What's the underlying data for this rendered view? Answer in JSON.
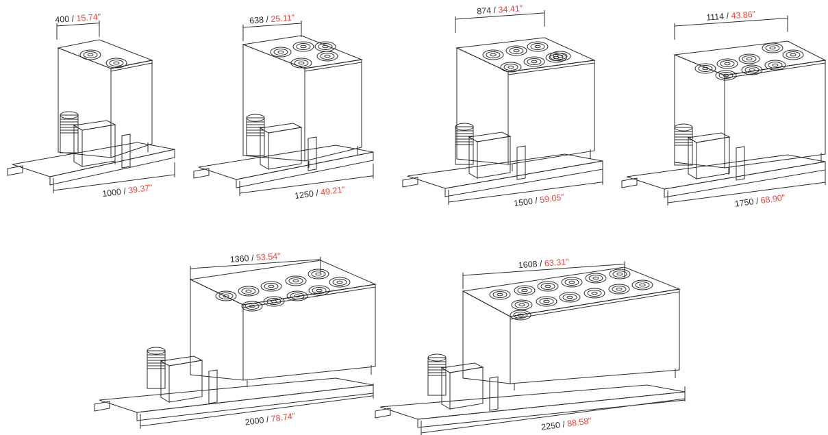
{
  "units": [
    {
      "top_mm": "400",
      "top_in": "15.74\"",
      "base_mm": "1000",
      "base_in": "39.37\"",
      "rings": 2
    },
    {
      "top_mm": "638",
      "top_in": "25.11\"",
      "base_mm": "1250",
      "base_in": "49.21\"",
      "rings": 5
    },
    {
      "top_mm": "874",
      "top_in": "34.41\"",
      "base_mm": "1500",
      "base_in": "59.05\"",
      "rings": 7
    },
    {
      "top_mm": "1114",
      "top_in": "43.86\"",
      "base_mm": "1750",
      "base_in": "68.90\"",
      "rings": 8
    },
    {
      "top_mm": "1360",
      "top_in": "53.54\"",
      "base_mm": "2000",
      "base_in": "78.74\"",
      "rings": 10
    },
    {
      "top_mm": "1608",
      "top_in": "63.31\"",
      "base_mm": "2250",
      "base_in": "88.58\"",
      "rings": 13
    }
  ],
  "separator": " / ",
  "colors": {
    "line": "#2a2a2a",
    "imperial": "#e8423c",
    "background": "#ffffff"
  }
}
